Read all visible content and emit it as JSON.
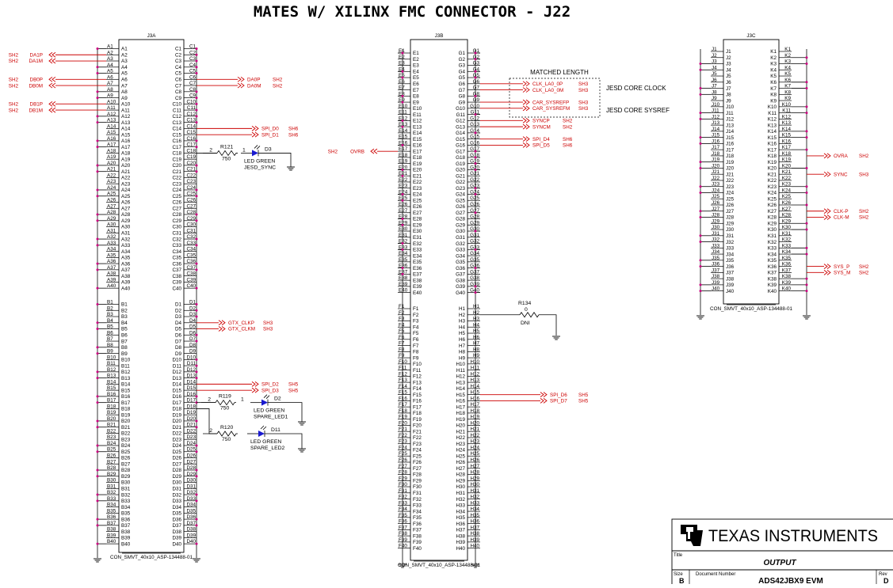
{
  "title": "MATES W/ XILINX  FMC CONNECTOR - J22",
  "parts": {
    "j3a": {
      "designator": "J3A",
      "footer": "CON_SMVT_40x10_ASP-134488-01",
      "col1": {
        "prefix": "A",
        "count": 40
      },
      "col2": {
        "prefix": "C",
        "count": 40
      },
      "col3": {
        "prefix": "B",
        "count": 40
      },
      "col4": {
        "prefix": "D",
        "count": 40
      }
    },
    "j3b": {
      "designator": "J3B",
      "footer": "CON_SMVT_40x10_ASP-134488-01",
      "col1": {
        "prefix": "E",
        "count": 40
      },
      "col2": {
        "prefix": "G",
        "count": 40
      },
      "col3": {
        "prefix": "F",
        "count": 40
      },
      "col4": {
        "prefix": "H",
        "count": 40
      }
    },
    "j3c": {
      "designator": "J3C",
      "footer": "CON_SMVT_40x10_ASP-134488-01",
      "col1": {
        "prefix": "J",
        "count": 40
      },
      "col2": {
        "prefix": "K",
        "count": 40
      }
    }
  },
  "nets": {
    "j3a_left": [
      {
        "pin": 2,
        "net": "DA1P",
        "sheet": "SH2"
      },
      {
        "pin": 3,
        "net": "DA1M",
        "sheet": "SH2"
      },
      {
        "pin": 6,
        "net": "DB0P",
        "sheet": "SH2"
      },
      {
        "pin": 7,
        "net": "DB0M",
        "sheet": "SH2"
      },
      {
        "pin": 10,
        "net": "DB1P",
        "sheet": "SH2"
      },
      {
        "pin": 11,
        "net": "DB1M",
        "sheet": "SH2"
      }
    ],
    "j3a_c_right": [
      {
        "pin": 6,
        "net": "DA0P",
        "sheet": "SH2"
      },
      {
        "pin": 7,
        "net": "DA0M",
        "sheet": "SH2"
      },
      {
        "pin": 14,
        "net": "SPI_D0",
        "sheet": "SH6"
      },
      {
        "pin": 15,
        "net": "SPI_D1",
        "sheet": "SH6"
      }
    ],
    "j3a_d_right": [
      {
        "pin": 4,
        "net": "GTX_CLKP",
        "sheet": "SH3"
      },
      {
        "pin": 5,
        "net": "GTX_CLKM",
        "sheet": "SH3"
      },
      {
        "pin": 14,
        "net": "SPI_D2",
        "sheet": "SH5"
      },
      {
        "pin": 15,
        "net": "SPI_D3",
        "sheet": "SH5"
      }
    ],
    "j3b_g_right": [
      {
        "pin": 6,
        "net": "CLK_LA0_0P",
        "sheet": "SH3"
      },
      {
        "pin": 7,
        "net": "CLK_LA0_0M",
        "sheet": "SH3"
      },
      {
        "pin": 9,
        "net": "CAR_SYSREFP",
        "sheet": "SH3"
      },
      {
        "pin": 10,
        "net": "CAR_SYSREFM",
        "sheet": "SH3"
      },
      {
        "pin": 12,
        "net": "SYNCP",
        "sheet": "SH2"
      },
      {
        "pin": 13,
        "net": "SYNCM",
        "sheet": "SH2"
      },
      {
        "pin": 15,
        "net": "SPI_D4",
        "sheet": "SH6"
      },
      {
        "pin": 16,
        "net": "SPI_D5",
        "sheet": "SH6"
      }
    ],
    "j3b_left": [
      {
        "pin": 17,
        "net": "OVRB",
        "sheet": "SH2"
      }
    ],
    "j3b_h_right": [
      {
        "pin": 15,
        "net": "SPI_D6",
        "sheet": "SH5"
      },
      {
        "pin": 16,
        "net": "SPI_D7",
        "sheet": "SH5"
      }
    ],
    "j3c_k_right": [
      {
        "pin": 18,
        "net": "OVRA",
        "sheet": "SH2"
      },
      {
        "pin": 21,
        "net": "SYNC",
        "sheet": "SH3"
      },
      {
        "pin": 27,
        "net": "CLK-P",
        "sheet": "SH2"
      },
      {
        "pin": 28,
        "net": "CLK-M",
        "sheet": "SH2"
      },
      {
        "pin": 36,
        "net": "SYS_P",
        "sheet": "SH2"
      },
      {
        "pin": 37,
        "net": "SYS_M",
        "sheet": "SH2"
      }
    ]
  },
  "components": {
    "r121": {
      "ref": "R121",
      "value": "750",
      "pin_a": "2",
      "pin_b": "1"
    },
    "d3": {
      "ref": "D3",
      "label": "LED GREEN",
      "name": "JESD_SYNC"
    },
    "r119": {
      "ref": "R119",
      "value": "750",
      "pin_a": "2",
      "pin_b": "1"
    },
    "d2": {
      "ref": "D2",
      "label": "LED GREEN",
      "name": "SPARE_LED1"
    },
    "r120": {
      "ref": "R120",
      "value": "750",
      "pin_a": "2",
      "pin_b": "1"
    },
    "d11": {
      "ref": "D11",
      "label": "LED GREEN",
      "name": "SPARE_LED2"
    },
    "r134": {
      "ref": "R134",
      "value": "0",
      "note": "DNI"
    }
  },
  "annotations": {
    "matched_length": "MATCHED LENGTH",
    "jesd_core_clock": "JESD CORE CLOCK",
    "jesd_core_sysref": "JESD CORE SYSREF"
  },
  "titleblock": {
    "company": "TEXAS INSTRUMENTS",
    "title_label": "Title",
    "title_value": "OUTPUT",
    "size_label": "Size",
    "size_value": "B",
    "docnum_label": "Document Number",
    "docnum_value": "ADS42JBX9 EVM",
    "rev_label": "Rev",
    "rev_value": "D"
  },
  "colors": {
    "net": "#cc0000",
    "wire": "#000000",
    "junction": "#cc0080",
    "led": "#1a1ad0"
  }
}
